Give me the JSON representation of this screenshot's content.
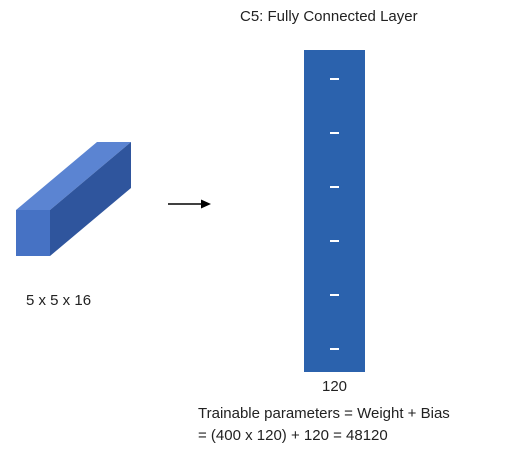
{
  "title": "C5: Fully Connected Layer",
  "input": {
    "dims_label": "5 x 5 x 16"
  },
  "output": {
    "neuron_count": "120",
    "dash_marks": 6
  },
  "params": {
    "line1": "Trainable parameters = Weight + Bias",
    "line2": "= (400 x 120) + 120 = 48120"
  },
  "colors": {
    "bar_fill": "#2b62ad",
    "cuboid_front": "#4672c4",
    "cuboid_top": "#5b84d2",
    "cuboid_side": "#2f559d",
    "arrow": "#000000"
  }
}
